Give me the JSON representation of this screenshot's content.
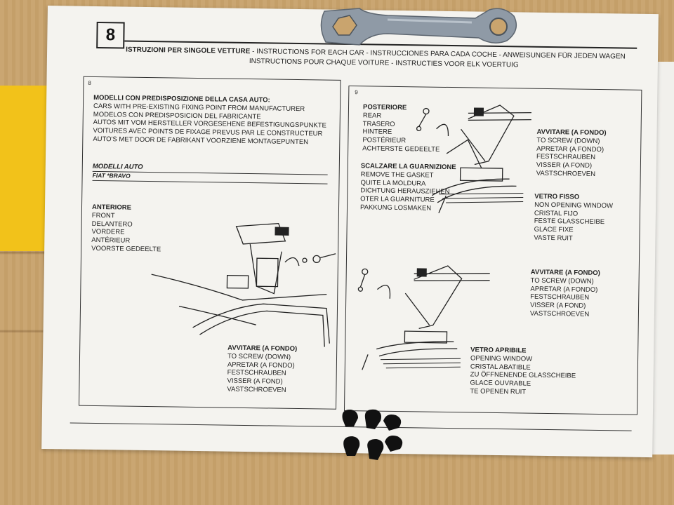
{
  "sheet": {
    "page_number": "8",
    "header_line1_bold": "ISTRUZIONI PER SINGOLE VETTURE",
    "header_line1_rest": " - INSTRUCTIONS FOR EACH CAR - INSTRUCCIONES PARA CADA COCHE - ANWEISUNGEN FÜR JEDEN WAGEN",
    "header_line2": "INSTRUCTIONS POUR CHAQUE VOITURE - INSTRUCTIES VOOR ELK VOERTUIG"
  },
  "panel_left": {
    "number": "8",
    "models_title": "MODELLI CON PREDISPOSIZIONE DELLA CASA AUTO:",
    "models_lines": [
      "CARS WITH PRE-EXISTING FIXING POINT FROM MANUFACTURER",
      "MODELOS CON PREDISPOSICION DEL FABRICANTE",
      "AUTOS MIT VOM HERSTELLER VORGESEHENE BEFESTIGUNGSPUNKTE",
      "VOITURES AVEC POINTS DE FIXAGE PREVUS PAR LE CONSTRUCTEUR",
      "AUTO'S MET DOOR DE FABRIKANT VOORZIENE MONTAGEPUNTEN"
    ],
    "modelli_auto": "MODELLI AUTO",
    "car_model": "FIAT *BRAVO",
    "front_title": "ANTERIORE",
    "front_lines": [
      "FRONT",
      "DELANTERO",
      "VORDERE",
      "ANTÉRIEUR",
      "VOORSTE GEDEELTE"
    ],
    "screw_title": "AVVITARE (A FONDO)",
    "screw_lines": [
      "TO SCREW (DOWN)",
      "APRETAR (A FONDO)",
      "FESTSCHRAUBEN",
      "VISSER (A FOND)",
      "VASTSCHROEVEN"
    ]
  },
  "panel_right": {
    "number": "9",
    "rear_title": "POSTERIORE",
    "rear_lines": [
      "REAR",
      "TRASERO",
      "HINTERE",
      "POSTÉRIEUR",
      "ACHTERSTE GEDEELTE"
    ],
    "gasket_title": "SCALZARE LA GUARNIZIONE",
    "gasket_lines": [
      "REMOVE THE GASKET",
      "QUITE LA MOLDURA",
      "DICHTUNG HERAUSZIEHEN",
      "OTER LA GUARNITURE",
      "PAKKUNG LOSMAKEN"
    ],
    "screw1_title": "AVVITARE (A FONDO)",
    "screw1_lines": [
      "TO SCREW (DOWN)",
      "APRETAR (A FONDO)",
      "FESTSCHRAUBEN",
      "VISSER (A FOND)",
      "VASTSCHROEVEN"
    ],
    "fixed_title": "VETRO FISSO",
    "fixed_lines": [
      "NON OPENING WINDOW",
      "CRISTAL FIJO",
      "FESTE GLASSCHEIBE",
      "GLACE FIXE",
      "VASTE RUIT"
    ],
    "screw2_title": "AVVITARE (A FONDO)",
    "screw2_lines": [
      "TO SCREW (DOWN)",
      "APRETAR (A FONDO)",
      "FESTSCHRAUBEN",
      "VISSER (A FOND)",
      "VASTSCHROEVEN"
    ],
    "opening_title": "VETRO APRIBILE",
    "opening_lines": [
      "OPENING WINDOW",
      "CRISTAL ABATIBLE",
      "ZU ÖFFNENENDE GLASSCHEIBE",
      "GLACE OUVRABLE",
      "TE OPENEN RUIT"
    ]
  },
  "colors": {
    "paper": "#f4f3ef",
    "ink": "#222222",
    "cardboard": "#c8a36d",
    "yellow_block": "#f2c21a",
    "wrench_metal": "#8f9aa6",
    "rubber_caps": "#111111"
  },
  "objects": [
    "wrench-icon",
    "rubber-caps-icon",
    "roof-bar-foot-icon"
  ]
}
